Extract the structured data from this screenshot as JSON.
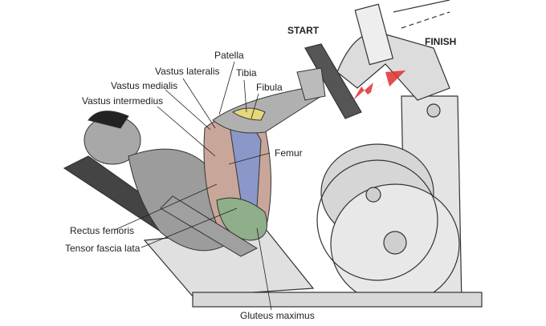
{
  "phases": {
    "start": "START",
    "finish": "FINISH"
  },
  "labels": {
    "patella": "Patella",
    "vastus_lateralis": "Vastus lateralis",
    "tibia": "Tibia",
    "vastus_medialis": "Vastus medialis",
    "fibula": "Fibula",
    "vastus_intermedius": "Vastus intermedius",
    "femur": "Femur",
    "rectus_femoris": "Rectus femoris",
    "tensor_fascia_lata": "Tensor fascia lata",
    "gluteus_maximus": "Gluteus maximus"
  },
  "colors": {
    "arrow": "#e03030",
    "machine": "#e6e6e6",
    "body": "#9a9a9a"
  }
}
